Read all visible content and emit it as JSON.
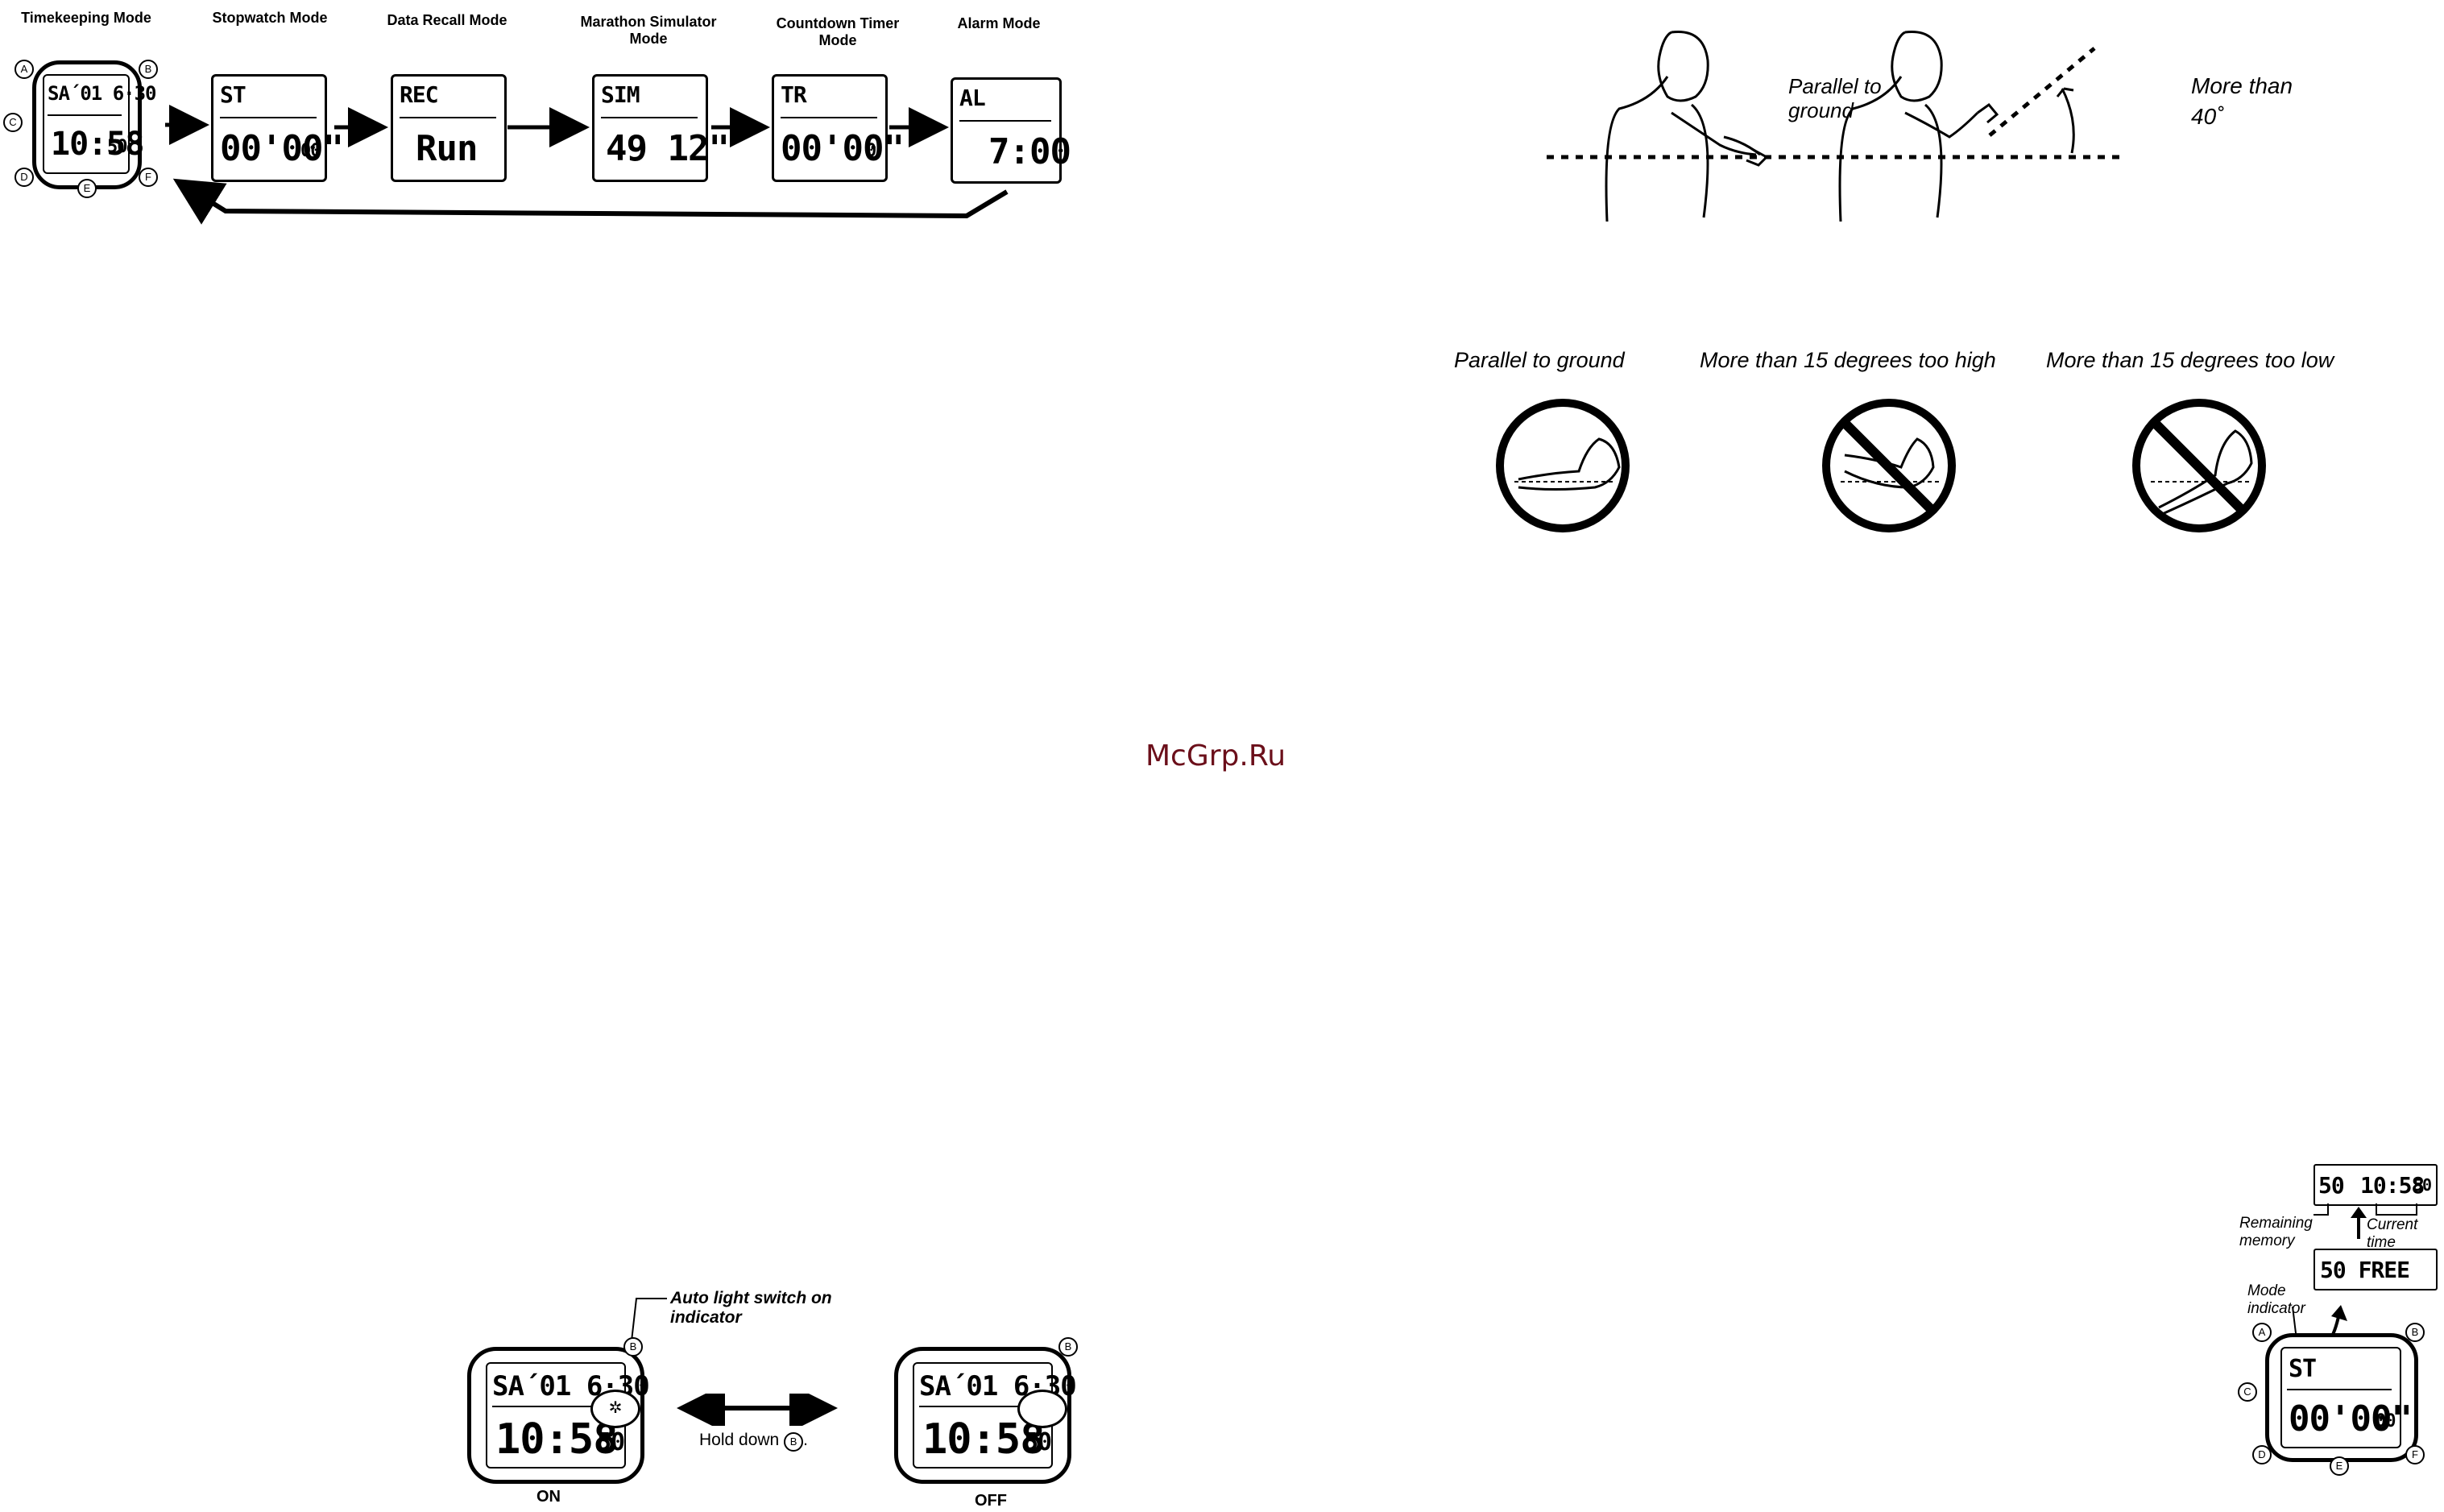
{
  "modes": {
    "timekeeping": "Timekeeping Mode",
    "stopwatch": "Stopwatch Mode",
    "data_recall": "Data Recall Mode",
    "marathon_line1": "Marathon Simulator",
    "marathon_line2": "Mode",
    "countdown_line1": "Countdown Timer",
    "countdown_line2": "Mode",
    "alarm": "Alarm Mode"
  },
  "displays": {
    "tk_top": "SA´01 6·30",
    "tk_bottom": "10:58",
    "tk_sec": "50",
    "st_top": "ST",
    "st_bottom": "00'00\"",
    "st_frac": "00",
    "rec_top": "REC",
    "rec_bottom": "Run",
    "sim_top": "SIM",
    "sim_bottom": "49 12\"",
    "tr_top": "TR",
    "tr_bottom": "00'00\"",
    "tr_frac": "0",
    "al_top": "AL",
    "al_bottom": "7:00"
  },
  "buttons": {
    "a": "A",
    "b": "B",
    "c": "C",
    "d": "D",
    "e": "E",
    "f": "F"
  },
  "angle": {
    "parallel_line1": "Parallel to",
    "parallel_line2": "ground",
    "more_line1": "More than",
    "more_line2": "40˚"
  },
  "arm_positions": {
    "parallel": "Parallel to ground",
    "too_high": "More than 15 degrees too high",
    "too_low": "More than 15 degrees too low"
  },
  "watermark": "McGrp.Ru",
  "auto_light": {
    "indicator_line1": "Auto light switch on",
    "indicator_line2": "indicator",
    "hold_down": "Hold down",
    "hold_button": "B",
    "on": "ON",
    "off": "OFF"
  },
  "memory": {
    "remaining_line1": "Remaining",
    "remaining_line2": "memory",
    "current_line1": "Current",
    "current_line2": "time",
    "mode_line1": "Mode",
    "mode_line2": "indicator",
    "disp1_left": "50",
    "disp1_time": "10:58",
    "disp1_sec": "50",
    "disp2": "50 FREE",
    "st_top": "ST",
    "st_bottom": "00'00\"",
    "st_frac": "00"
  }
}
